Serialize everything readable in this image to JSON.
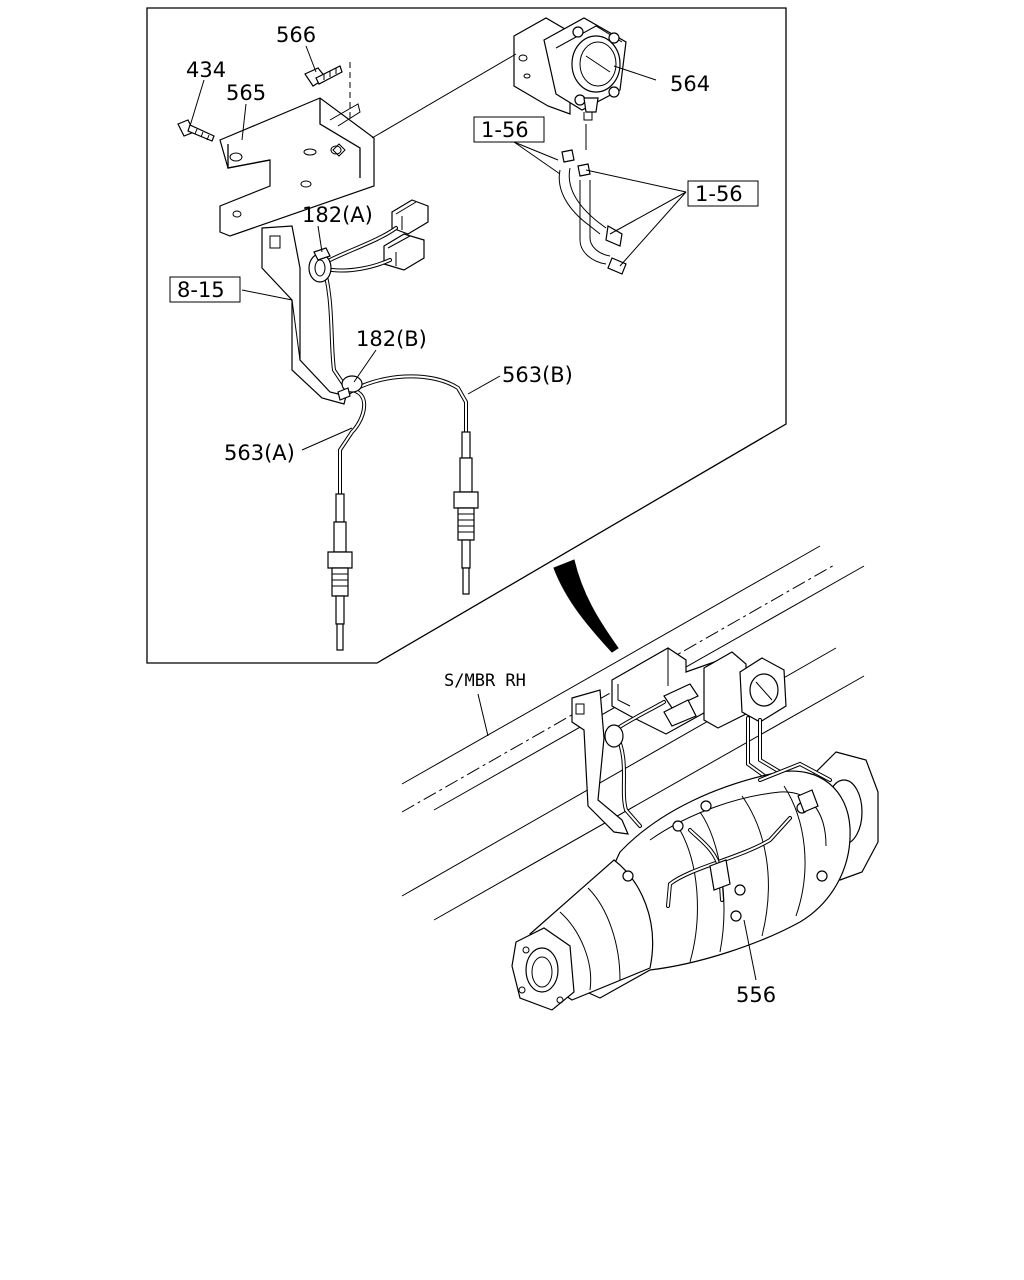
{
  "callouts": {
    "c566": "566",
    "c434": "434",
    "c565": "565",
    "c564": "564",
    "c1_56a": "1-56",
    "c1_56b": "1-56",
    "c182a": "182(A)",
    "c8_15": "8-15",
    "c182b": "182(B)",
    "c563b": "563(B)",
    "c563a": "563(A)",
    "c_smbr": "S/MBR RH",
    "c556": "556"
  }
}
